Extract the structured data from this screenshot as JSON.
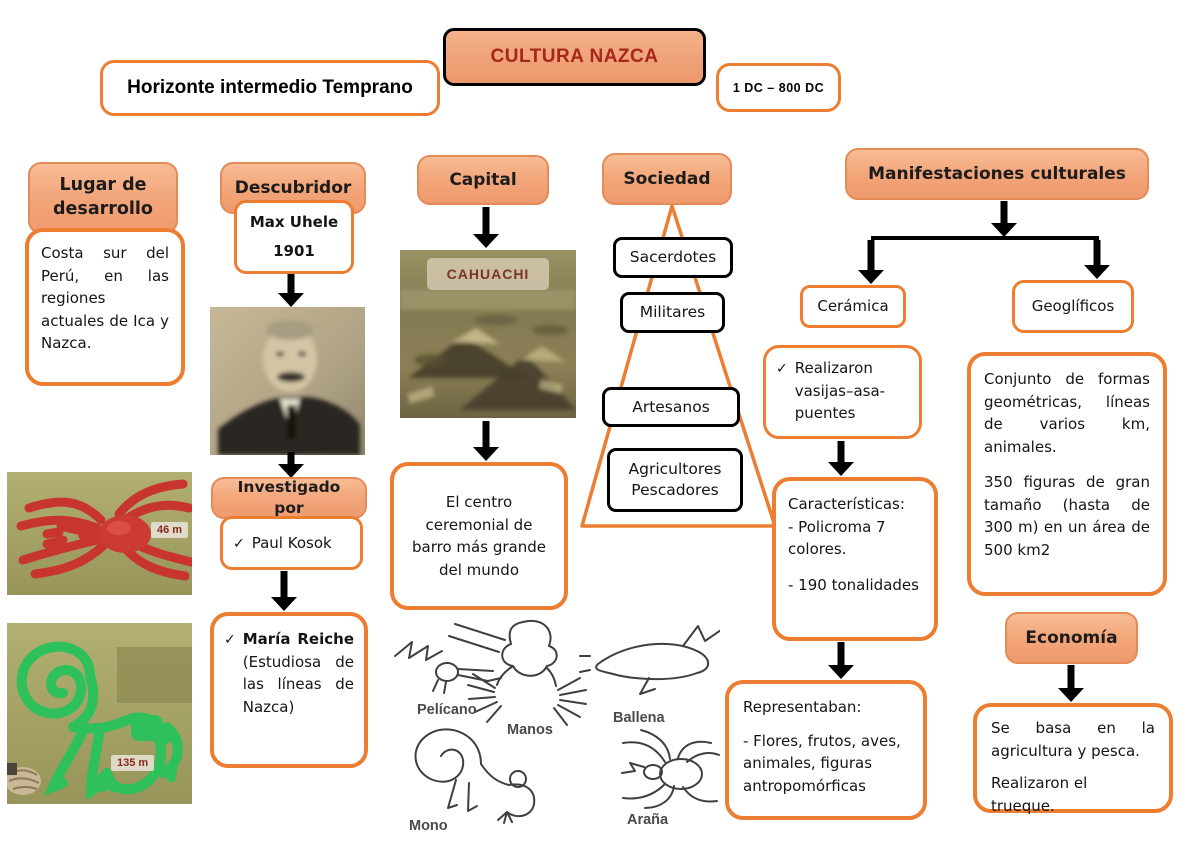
{
  "glyphs": {
    "check": "✓"
  },
  "top": {
    "period": "Horizonte intermedio Temprano",
    "title": "CULTURA NAZCA",
    "dates": "1 DC – 800 DC"
  },
  "lugar": {
    "header": "Lugar de desarrollo",
    "body": "Costa sur del Perú, en las regiones actuales de Ica y Nazca."
  },
  "descubridor": {
    "header": "Descubridor",
    "name": "Max Uhele",
    "year": "1901"
  },
  "investigado": {
    "header": "Investigado por",
    "researcher1": "Paul Kosok",
    "researcher2_name": "María Reiche",
    "researcher2_desc": "(Estudiosa de las líneas de Nazca)"
  },
  "capital": {
    "header": "Capital",
    "image_caption": "CAHUACHI",
    "body": "El centro ceremonial de barro más grande del mundo"
  },
  "sociedad": {
    "header": "Sociedad",
    "level1": "Sacerdotes",
    "level2": "Militares",
    "level3": "Artesanos",
    "level4": "Agricultores Pescadores"
  },
  "manifestaciones": {
    "header": "Manifestaciones culturales",
    "branch1": "Cerámica",
    "branch2": "Geoglíficos"
  },
  "ceramica": {
    "item1": "Realizaron vasijas–asa-puentes",
    "caracteristicas_title": "Características:",
    "caracteristica1": "- Policroma 7 colores.",
    "caracteristica2": "- 190 tonalidades",
    "representaban_title": "Representaban:",
    "representaban_body": "- Flores, frutos, aves, animales, figuras antropomórficas"
  },
  "geoglificos": {
    "body1": "Conjunto de formas geométricas, líneas de varios km, animales.",
    "body2": "350 figuras de gran tamaño (hasta de 300 m) en un área de 500 km2"
  },
  "economia": {
    "header": "Economía",
    "body1": "Se basa en la agricultura y pesca.",
    "body2": "Realizaron el trueque."
  },
  "images": {
    "spider_size": "46 m",
    "monkey_size": "135 m"
  },
  "nazca_figures": {
    "f1": "Pelícano",
    "f2": "Manos",
    "f3": "Ballena",
    "f4": "Mono",
    "f5": "Araña"
  },
  "colors": {
    "accent_orange": "#ED7D31",
    "header_fill": "#F3A67E",
    "title_red": "#A6271A"
  }
}
